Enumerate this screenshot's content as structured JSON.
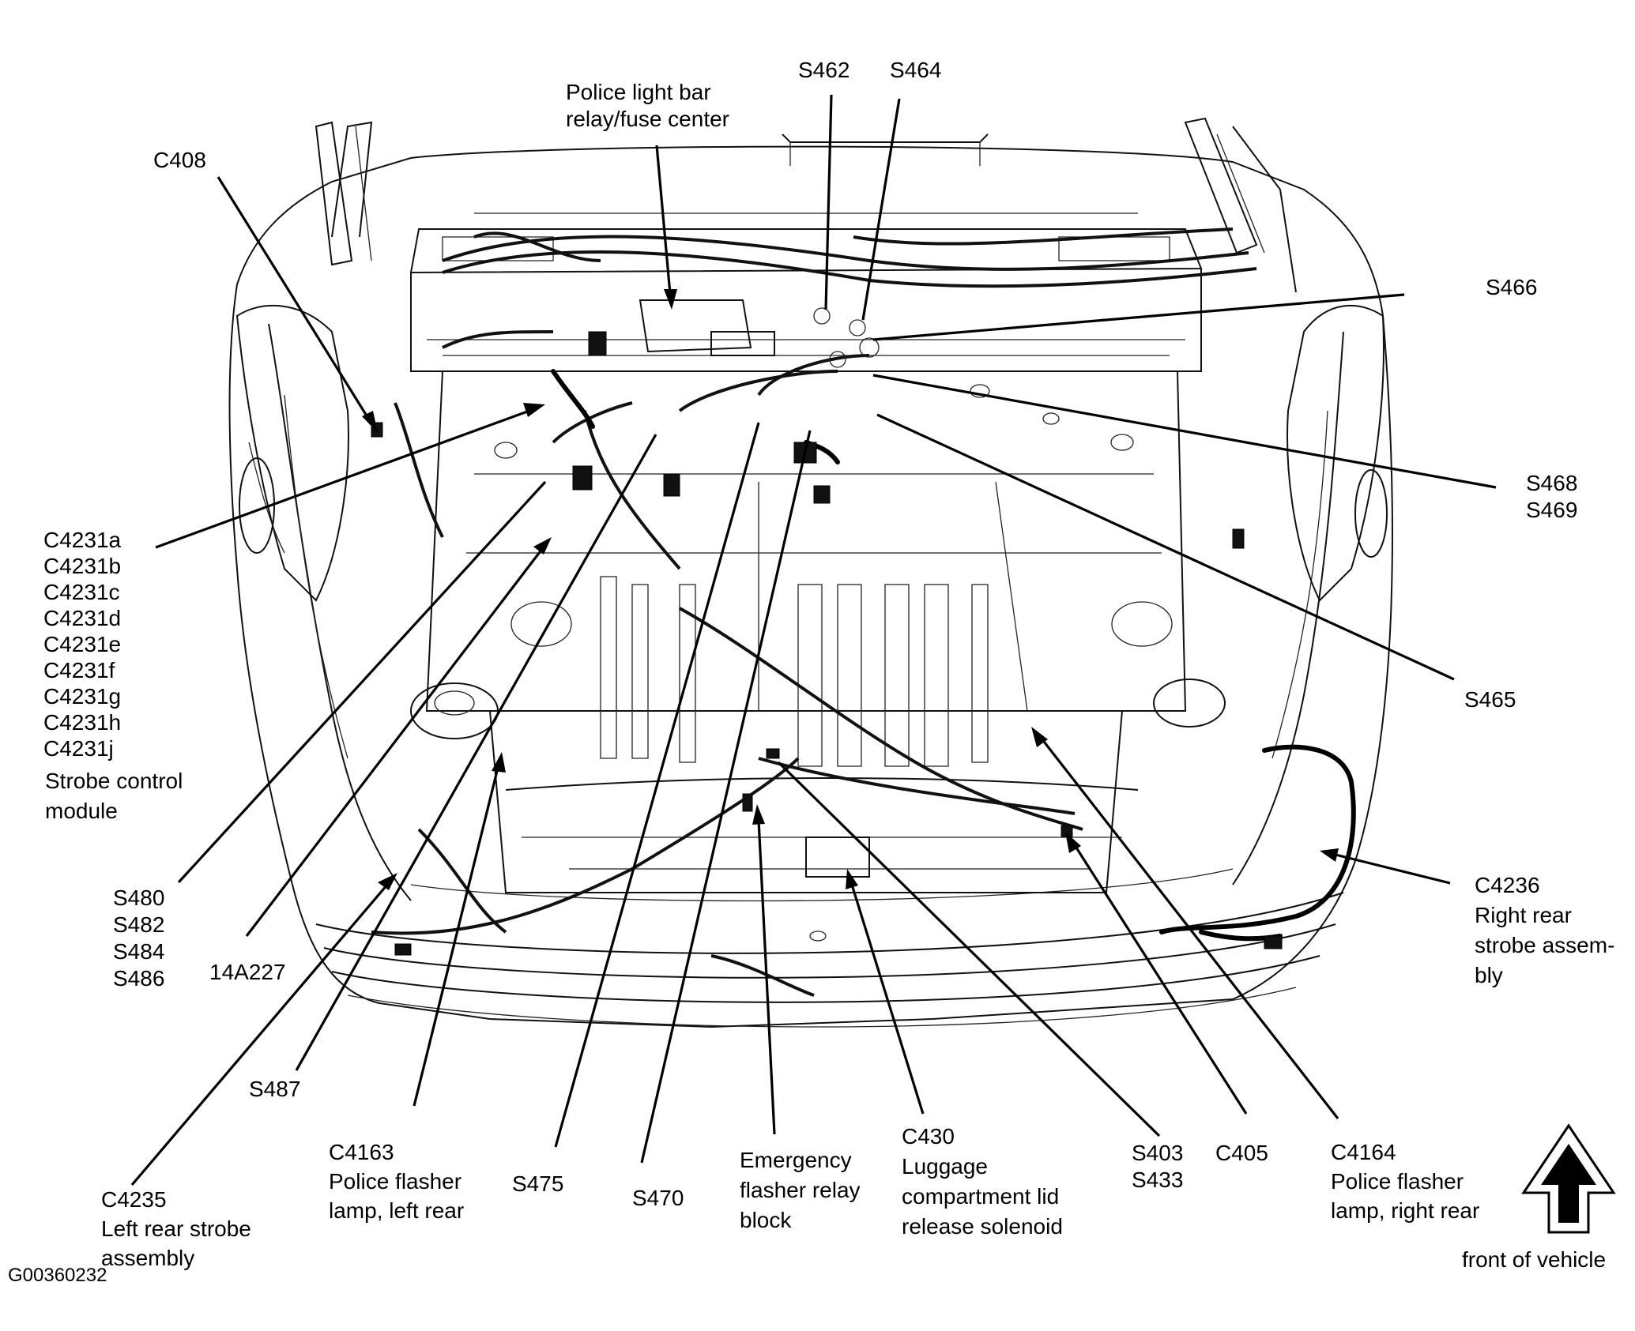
{
  "figure_id": "G00360232",
  "orientation_label": "front of vehicle",
  "labels": {
    "c408": "C408",
    "police_light_bar": [
      "Police light bar",
      "relay/fuse center"
    ],
    "s462": "S462",
    "s464": "S464",
    "s466": "S466",
    "s468_s469": [
      "S468",
      "S469"
    ],
    "s465": "S465",
    "c4231": [
      "C4231a",
      "C4231b",
      "C4231c",
      "C4231d",
      "C4231e",
      "C4231f",
      "C4231g",
      "C4231h",
      "C4231j"
    ],
    "strobe_control_module": [
      "Strobe control",
      "module"
    ],
    "s480_group": [
      "S480",
      "S482",
      "S484",
      "S486"
    ],
    "p14a227": "14A227",
    "s487": "S487",
    "c4235": [
      "C4235",
      "Left rear strobe",
      "assembly"
    ],
    "c4163": [
      "C4163",
      "Police flasher",
      "lamp, left rear"
    ],
    "s475": "S475",
    "s470": "S470",
    "emergency_flasher": [
      "Emergency",
      "flasher relay",
      "block"
    ],
    "c430": [
      "C430",
      "Luggage",
      "compartment lid",
      "release solenoid"
    ],
    "s403_s433": [
      "S403",
      "S433"
    ],
    "c405": "C405",
    "c4164": [
      "C4164",
      "Police flasher",
      "lamp, right rear"
    ],
    "c4236": [
      "C4236",
      "Right rear",
      "strobe assem-",
      "bly"
    ]
  }
}
